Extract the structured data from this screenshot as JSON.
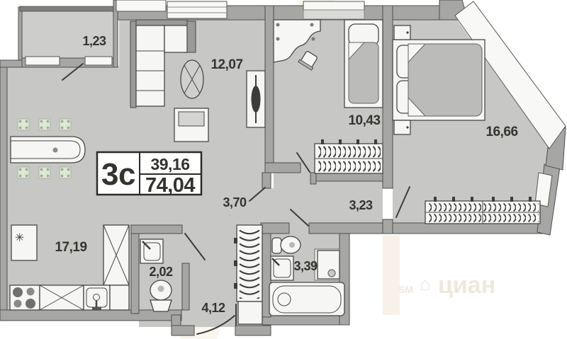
{
  "plan": {
    "info_box": {
      "unit": "3с",
      "living_area": "39,16",
      "total_area": "74,04"
    },
    "areas": {
      "balcony": "1,23",
      "living_room": "12,07",
      "child_room": "10,43",
      "bedroom": "16,66",
      "kitchen_living": "17,19",
      "hall_inner": "3,70",
      "hall_bedroom": "3,23",
      "wc": "2,02",
      "entrance_hall": "4,12",
      "bathroom": "3,39"
    },
    "watermark": {
      "logo_text": "циан",
      "sm": "SM",
      "house": "⌂"
    },
    "icons": {
      "fridge": "snowflake-icon"
    },
    "colors": {
      "floor": "#c7c7c5",
      "wall": "#a6a6a4",
      "accent_dark": "#3c3c3a",
      "watermark": "#efe7da"
    }
  }
}
